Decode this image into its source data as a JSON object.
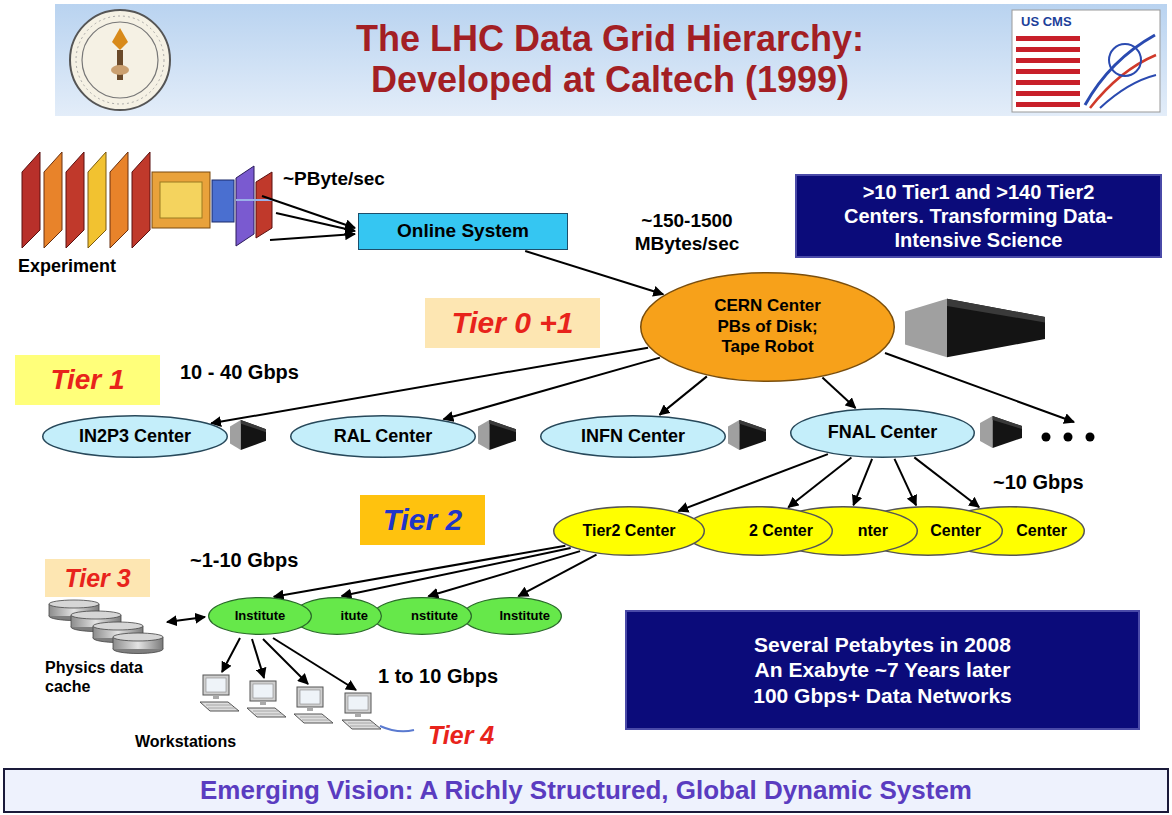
{
  "diagram": {
    "title": "The LHC Data Grid Hierarchy: Developed at Caltech (1999)",
    "caption": "Emerging Vision: A Richly Structured, Global Dynamic System",
    "nodes": [
      {
        "text": [
          ">10 Tier1 and >140 Tier2 Centers. Transforming Data-Intensive Science"
        ]
      },
      {
        "text": [
          "Online System"
        ]
      },
      {
        "text": [
          "CERN Center PBs of Disk; Tape Robot"
        ]
      },
      {
        "text": [
          "Tier 0 +1"
        ]
      },
      {
        "text": [
          "Tier 1"
        ]
      },
      {
        "text": [
          "IN2P3 Center"
        ]
      },
      {
        "text": [
          "RAL Center"
        ]
      },
      {
        "text": [
          "INFN Center"
        ]
      },
      {
        "text": [
          "FNAL Center"
        ]
      },
      {
        "text": [
          "Tier 2"
        ]
      },
      {
        "text": [
          "Tier2 Center"
        ]
      },
      {
        "text": [
          "2 Center"
        ]
      },
      {
        "text": [
          "nter"
        ]
      },
      {
        "text": [
          "Center"
        ]
      },
      {
        "text": [
          "Center"
        ]
      },
      {
        "text": [
          "Tier 3"
        ]
      },
      {
        "text": [
          "Institute"
        ]
      },
      {
        "text": [
          "itute"
        ]
      },
      {
        "text": [
          "nstitute"
        ]
      },
      {
        "text": [
          "Institute"
        ]
      },
      {
        "text": [
          "Several Petabytes in 2008 An Exabyte ~7 Years later 100 Gbps+ Data Networks"
        ]
      }
    ],
    "edges": [
      {
        "from": 1,
        "to": 2,
        "arrow": "to"
      },
      {
        "from": 2,
        "to": 5,
        "arrow": "to"
      },
      {
        "from": 2,
        "to": 6,
        "arrow": "to"
      },
      {
        "from": 2,
        "to": 7,
        "arrow": "to"
      },
      {
        "from": 2,
        "to": 8,
        "arrow": "to"
      },
      {
        "from": 8,
        "to": 10,
        "arrow": "to"
      },
      {
        "from": 8,
        "to": 11,
        "arrow": "to"
      },
      {
        "from": 8,
        "to": 12,
        "arrow": "to"
      },
      {
        "from": 8,
        "to": 13,
        "arrow": "to"
      },
      {
        "from": 8,
        "to": 14,
        "arrow": "to"
      },
      {
        "from": 10,
        "to": 16,
        "arrow": "to"
      },
      {
        "from": 10,
        "to": 17,
        "arrow": "to"
      },
      {
        "from": 10,
        "to": 18,
        "arrow": "to"
      },
      {
        "from": 10,
        "to": 19,
        "arrow": "to"
      }
    ],
    "labels": [
      "US CMS",
      "~PByte/sec",
      "Experiment",
      "~150-1500 MBytes/sec",
      "10 - 40 Gbps",
      "~10 Gbps",
      "~1-10 Gbps",
      "Physics data cache",
      "1 to 10 Gbps",
      "Workstations",
      "Tier 4"
    ]
  }
}
